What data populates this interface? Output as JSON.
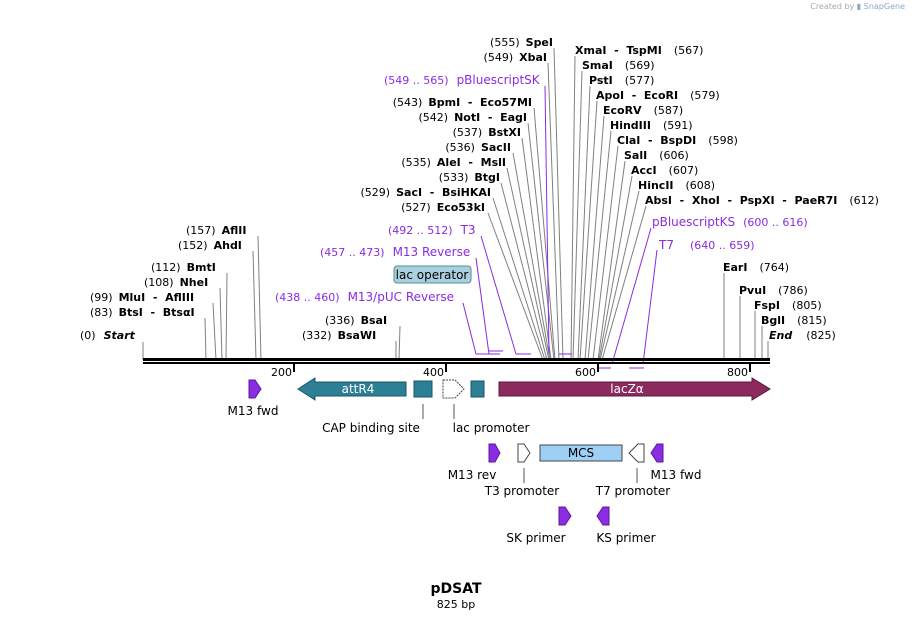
{
  "credit": {
    "prefix": "Created by",
    "brand": "SnapGene"
  },
  "title": {
    "name": "pDSAT",
    "length": "825 bp"
  },
  "colors": {
    "primer": "#8b2be2",
    "attR4": "#2d7f96",
    "lacZ": "#8c2a5e",
    "cap": "#2d7f96",
    "mcs": "#9ecff5",
    "lac_operator": "#aad0de",
    "feature_line": "#8b2be2"
  },
  "ruler": {
    "ticks": [
      "200",
      "400",
      "600",
      "800"
    ]
  },
  "sites": [
    {
      "num": "(0)",
      "name": "Start",
      "italic": true
    },
    {
      "num": "(83)",
      "name": "BtsI  -  BtsαI"
    },
    {
      "num": "(99)",
      "name": "MluI  -  AflIII"
    },
    {
      "num": "(108)",
      "name": "NheI"
    },
    {
      "num": "(112)",
      "name": "BmtI"
    },
    {
      "num": "(152)",
      "name": "AhdI"
    },
    {
      "num": "(157)",
      "name": "AflII"
    },
    {
      "num": "(332)",
      "name": "BsaWI"
    },
    {
      "num": "(336)",
      "name": "BsaI"
    },
    {
      "num": "(527)",
      "name": "Eco53kI"
    },
    {
      "num": "(529)",
      "name": "SacI  -  BsiHKAI"
    },
    {
      "num": "(533)",
      "name": "BtgI"
    },
    {
      "num": "(535)",
      "name": "AleI  -  MslI"
    },
    {
      "num": "(536)",
      "name": "SacII"
    },
    {
      "num": "(537)",
      "name": "BstXI"
    },
    {
      "num": "(542)",
      "name": "NotI  -  EagI"
    },
    {
      "num": "(543)",
      "name": "BpmI  -  Eco57MI"
    },
    {
      "num": "(549)",
      "name": "XbaI"
    },
    {
      "num": "(555)",
      "name": "SpeI"
    },
    {
      "num": "(567)",
      "name": "XmaI  -  TspMI"
    },
    {
      "num": "(569)",
      "name": "SmaI"
    },
    {
      "num": "(577)",
      "name": "PstI"
    },
    {
      "num": "(579)",
      "name": "ApoI  -  EcoRI"
    },
    {
      "num": "(587)",
      "name": "EcoRV"
    },
    {
      "num": "(591)",
      "name": "HindIII"
    },
    {
      "num": "(598)",
      "name": "ClaI  -  BspDI"
    },
    {
      "num": "(606)",
      "name": "SalI"
    },
    {
      "num": "(607)",
      "name": "AccI"
    },
    {
      "num": "(608)",
      "name": "HincII"
    },
    {
      "num": "(612)",
      "name": "AbsI  -  XhoI  -  PspXI  -  PaeR7I"
    },
    {
      "num": "(764)",
      "name": "EarI"
    },
    {
      "num": "(786)",
      "name": "PvuI"
    },
    {
      "num": "(805)",
      "name": "FspI"
    },
    {
      "num": "(815)",
      "name": "BglI"
    },
    {
      "num": "(825)",
      "name": "End",
      "italic": true
    }
  ],
  "primer_bindings": [
    {
      "range": "(438 .. 460)",
      "name": "M13/pUC Reverse"
    },
    {
      "range": "(457 .. 473)",
      "name": "M13 Reverse"
    },
    {
      "range": "(492 .. 512)",
      "name": "T3"
    },
    {
      "range": "(549 .. 565)",
      "name": "pBluescriptSK"
    },
    {
      "range": "(600 .. 616)",
      "name": "pBluescriptKS"
    },
    {
      "range": "(640 .. 659)",
      "name": "T7"
    }
  ],
  "features": {
    "lac_operator": "lac operator",
    "attR4": "attR4",
    "lacZ": "lacZα",
    "cap": "CAP binding site",
    "lac_promoter": "lac promoter",
    "m13_fwd_top": "M13 fwd",
    "m13_rev": "M13 rev",
    "t3_promoter": "T3 promoter",
    "mcs": "MCS",
    "t7_promoter": "T7 promoter",
    "m13_fwd": "M13 fwd",
    "sk_primer": "SK primer",
    "ks_primer": "KS primer"
  }
}
